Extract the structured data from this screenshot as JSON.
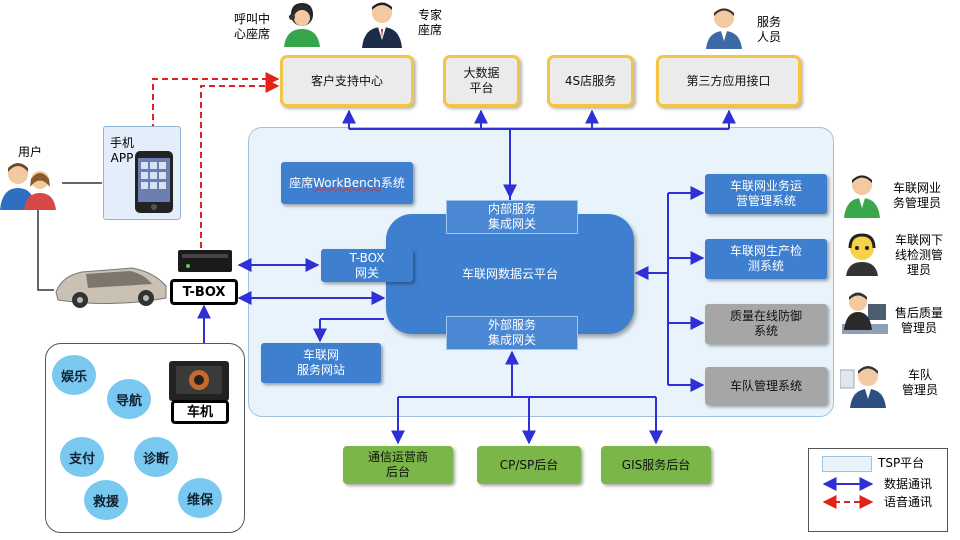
{
  "colors": {
    "data_link": "#2f2fd6",
    "voice_link": "#e0241b",
    "tsp_panel": "#e8f3fb",
    "cloud": "#3f7fcf",
    "top_border": "#f4c542",
    "green_box": "#7ab648",
    "grey_box": "#a6a6a6"
  },
  "people": {
    "call_center": "呼叫中\n心座席",
    "expert": "专家\n座席",
    "service": "服务\n人员",
    "user": "用户",
    "business_manager": "车联网业\n务管理员",
    "offline_inspector": "车联网下\n线检测管\n理员",
    "quality_manager": "售后质量\n管理员",
    "fleet_manager": "车队\n管理员"
  },
  "top_services": {
    "customer_center": "客户支持中心",
    "big_data": "大数据\n平台",
    "dealer": "4S店服务",
    "third_party": "第三方应用接口"
  },
  "platform": {
    "workbench_prefix": "座席\n",
    "workbench_word": "WorkBench",
    "workbench_suffix": "系统",
    "cloud": "车联网数据云平台",
    "internal_gateway": "内部服务\n集成网关",
    "external_gateway": "外部服务\n集成网关",
    "tbox_gateway": "T-BOX\n网关",
    "service_site": "车联网\n服务网站"
  },
  "right_systems": {
    "operations": "车联网业务运\n营管理系统",
    "production": "车联网生产检\n测系统",
    "quality": "质量在线防御\n系统",
    "fleet": "车队管理系统"
  },
  "bottom_services": {
    "carrier": "通信运营商\n后台",
    "cpsp": "CP/SP后台",
    "gis": "GIS服务后台"
  },
  "devices": {
    "phone_app": "手机\nAPP",
    "tbox": "T-BOX",
    "head_unit": "车机"
  },
  "infotainment": {
    "entertainment": "娱乐",
    "navigation": "导航",
    "payment": "支付",
    "diagnosis": "诊断",
    "rescue": "救援",
    "maintenance": "维保"
  },
  "legend": {
    "tsp": "TSP平台",
    "data": "数据通讯",
    "voice": "语音通讯"
  }
}
